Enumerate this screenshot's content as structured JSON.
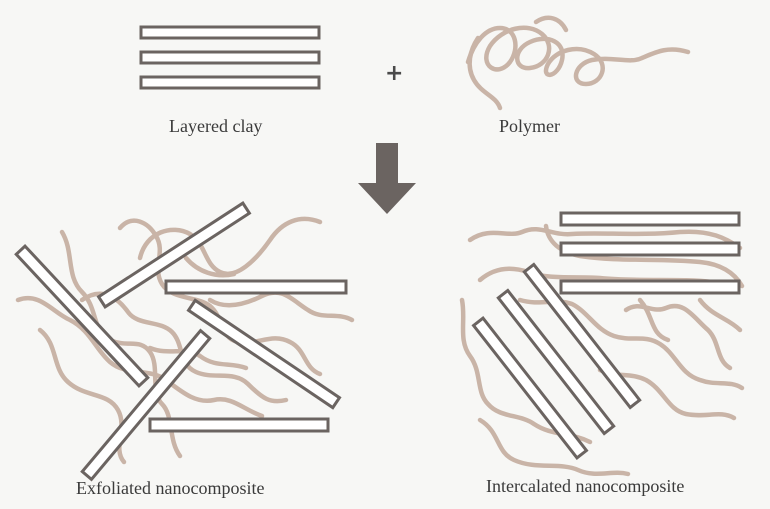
{
  "labels": {
    "layered_clay": "Layered clay",
    "polymer": "Polymer",
    "plus": "+",
    "exfoliated": "Exfoliated nanocomposite",
    "intercalated": "Intercalated nanocomposite"
  },
  "colors": {
    "plate_outline": "#6b6461",
    "polymer_chain": "#c9b4a7",
    "arrow": "#6b6461",
    "text": "#3a3a3a"
  }
}
